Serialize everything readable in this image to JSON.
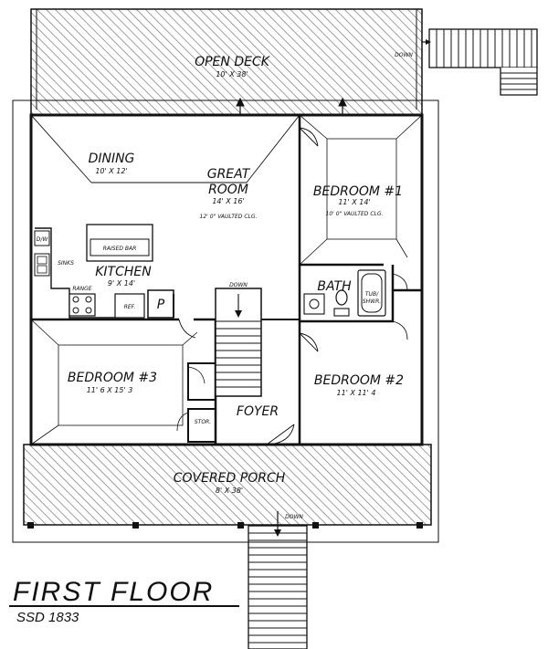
{
  "plan": {
    "title": "FIRST FLOOR",
    "subtitle": "SSD 1833",
    "rooms": {
      "open_deck": {
        "name": "OPEN DECK",
        "dims": "10' X 38'"
      },
      "dining": {
        "name": "DINING",
        "dims": "10' X 12'"
      },
      "great_room": {
        "name_line1": "GREAT",
        "name_line2": "ROOM",
        "dims": "14' X 16'",
        "ceiling": "12' 0\" VAULTED CLG."
      },
      "bedroom1": {
        "name": "BEDROOM #1",
        "dims": "11' X 14'",
        "ceiling": "10' 0\" VAULTED CLG."
      },
      "kitchen": {
        "name": "KITCHEN",
        "dims": "9' X 14'"
      },
      "bath": {
        "name": "BATH",
        "tub_line1": "TUB/",
        "tub_line2": "SHWR."
      },
      "bedroom3": {
        "name": "BEDROOM #3",
        "dims": "11' 6 X 15' 3"
      },
      "bedroom2": {
        "name": "BEDROOM #2",
        "dims": "11' X 11' 4"
      },
      "foyer": {
        "name": "FOYER"
      },
      "covered_porch": {
        "name": "COVERED PORCH",
        "dims": "8' X 38'"
      }
    },
    "fixtures": {
      "raised_bar": "RAISED BAR",
      "dw": "D/W",
      "sinks": "SINKS",
      "range": "RANGE",
      "ref": "REF.",
      "pantry": "P",
      "storage": "STOR."
    },
    "annotations": {
      "stair_down_deck": "DOWN",
      "stair_down_interior": "DOWN",
      "stair_down_porch": "DOWN"
    }
  }
}
